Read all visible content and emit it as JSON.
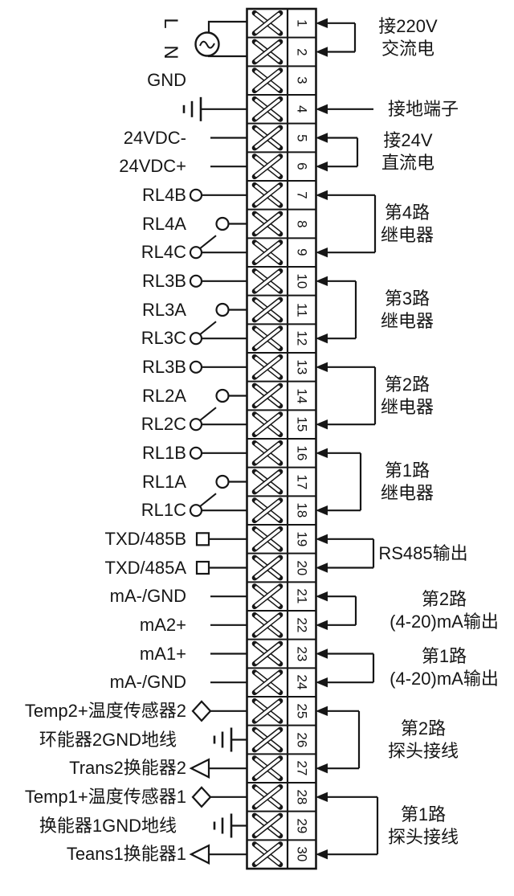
{
  "diagram": {
    "type": "terminal-block-wiring-diagram",
    "colors": {
      "ink": "#161616",
      "background": "#ffffff"
    },
    "ac_source": {
      "symbol": "~",
      "connects_terminals": [
        "1",
        "2"
      ]
    },
    "terminal_strip": {
      "terminal_count": 30,
      "rows": [
        {
          "terminal": "1",
          "label": "L",
          "rotated": true,
          "symbol": "none",
          "wire": false
        },
        {
          "terminal": "2",
          "label": "N",
          "rotated": true,
          "symbol": "none",
          "wire": false
        },
        {
          "terminal": "3",
          "label": "GND",
          "symbol": "none",
          "wire": false
        },
        {
          "terminal": "4",
          "label": "",
          "symbol": "ground",
          "wire": true
        },
        {
          "terminal": "5",
          "label": "24VDC-",
          "symbol": "none",
          "wire": true
        },
        {
          "terminal": "6",
          "label": "24VDC+",
          "symbol": "none",
          "wire": true
        },
        {
          "terminal": "7",
          "label": "RL4B",
          "symbol": "contact",
          "wire": true
        },
        {
          "terminal": "8",
          "label": "RL4A",
          "symbol": "contact-a",
          "wire": true
        },
        {
          "terminal": "9",
          "label": "RL4C",
          "symbol": "contact-c",
          "wire": true
        },
        {
          "terminal": "10",
          "label": "RL3B",
          "symbol": "contact",
          "wire": true
        },
        {
          "terminal": "11",
          "label": "RL3A",
          "symbol": "contact-a",
          "wire": true
        },
        {
          "terminal": "12",
          "label": "RL3C",
          "symbol": "contact-c",
          "wire": true
        },
        {
          "terminal": "13",
          "label": "RL3B",
          "symbol": "contact",
          "wire": true
        },
        {
          "terminal": "14",
          "label": "RL2A",
          "symbol": "contact-a",
          "wire": true
        },
        {
          "terminal": "15",
          "label": "RL2C",
          "symbol": "contact-c",
          "wire": true
        },
        {
          "terminal": "16",
          "label": "RL1B",
          "symbol": "contact",
          "wire": true
        },
        {
          "terminal": "17",
          "label": "RL1A",
          "symbol": "contact-a",
          "wire": true
        },
        {
          "terminal": "18",
          "label": "RL1C",
          "symbol": "contact-c",
          "wire": true
        },
        {
          "terminal": "19",
          "label": "TXD/485B",
          "symbol": "square",
          "wire": true
        },
        {
          "terminal": "20",
          "label": "TXD/485A",
          "symbol": "square",
          "wire": true
        },
        {
          "terminal": "21",
          "label": "mA-/GND",
          "symbol": "none",
          "wire": true
        },
        {
          "terminal": "22",
          "label": "mA2+",
          "symbol": "none",
          "wire": true
        },
        {
          "terminal": "23",
          "label": "mA1+",
          "symbol": "none",
          "wire": true
        },
        {
          "terminal": "24",
          "label": "mA-/GND",
          "symbol": "none",
          "wire": true
        },
        {
          "terminal": "25",
          "label": "Temp2+温度传感器2",
          "symbol": "diamond",
          "wire": true
        },
        {
          "terminal": "26",
          "label": "环能器2GND地线",
          "symbol": "ground-near",
          "wire": true
        },
        {
          "terminal": "27",
          "label": "Trans2换能器2",
          "symbol": "triangle",
          "wire": true
        },
        {
          "terminal": "28",
          "label": "Temp1+温度传感器1",
          "symbol": "diamond",
          "wire": true
        },
        {
          "terminal": "29",
          "label": "换能器1GND地线",
          "symbol": "ground-near",
          "wire": true
        },
        {
          "terminal": "30",
          "label": "Teans1换能器1",
          "symbol": "triangle",
          "wire": true
        }
      ]
    },
    "annotations": [
      {
        "from": 1,
        "to": 2,
        "lines": [
          "接220V",
          "交流电"
        ]
      },
      {
        "from": 4,
        "to": 4,
        "lines": [
          "接地端子"
        ]
      },
      {
        "from": 5,
        "to": 6,
        "lines": [
          "接24V",
          "直流电"
        ]
      },
      {
        "from": 7,
        "to": 9,
        "lines": [
          "第4路",
          "继电器"
        ]
      },
      {
        "from": 10,
        "to": 12,
        "lines": [
          "第3路",
          "继电器"
        ]
      },
      {
        "from": 13,
        "to": 15,
        "lines": [
          "第2路",
          "继电器"
        ]
      },
      {
        "from": 16,
        "to": 18,
        "lines": [
          "第1路",
          "继电器"
        ]
      },
      {
        "from": 19,
        "to": 20,
        "lines": [
          "RS485输出"
        ]
      },
      {
        "from": 21,
        "to": 22,
        "lines": [
          "第2路",
          "(4-20)mA输出"
        ]
      },
      {
        "from": 23,
        "to": 24,
        "lines": [
          "第1路",
          "(4-20)mA输出"
        ]
      },
      {
        "from": 25,
        "to": 27,
        "lines": [
          "第2路",
          "探头接线"
        ]
      },
      {
        "from": 28,
        "to": 30,
        "lines": [
          "第1路",
          "探头接线"
        ]
      }
    ]
  }
}
